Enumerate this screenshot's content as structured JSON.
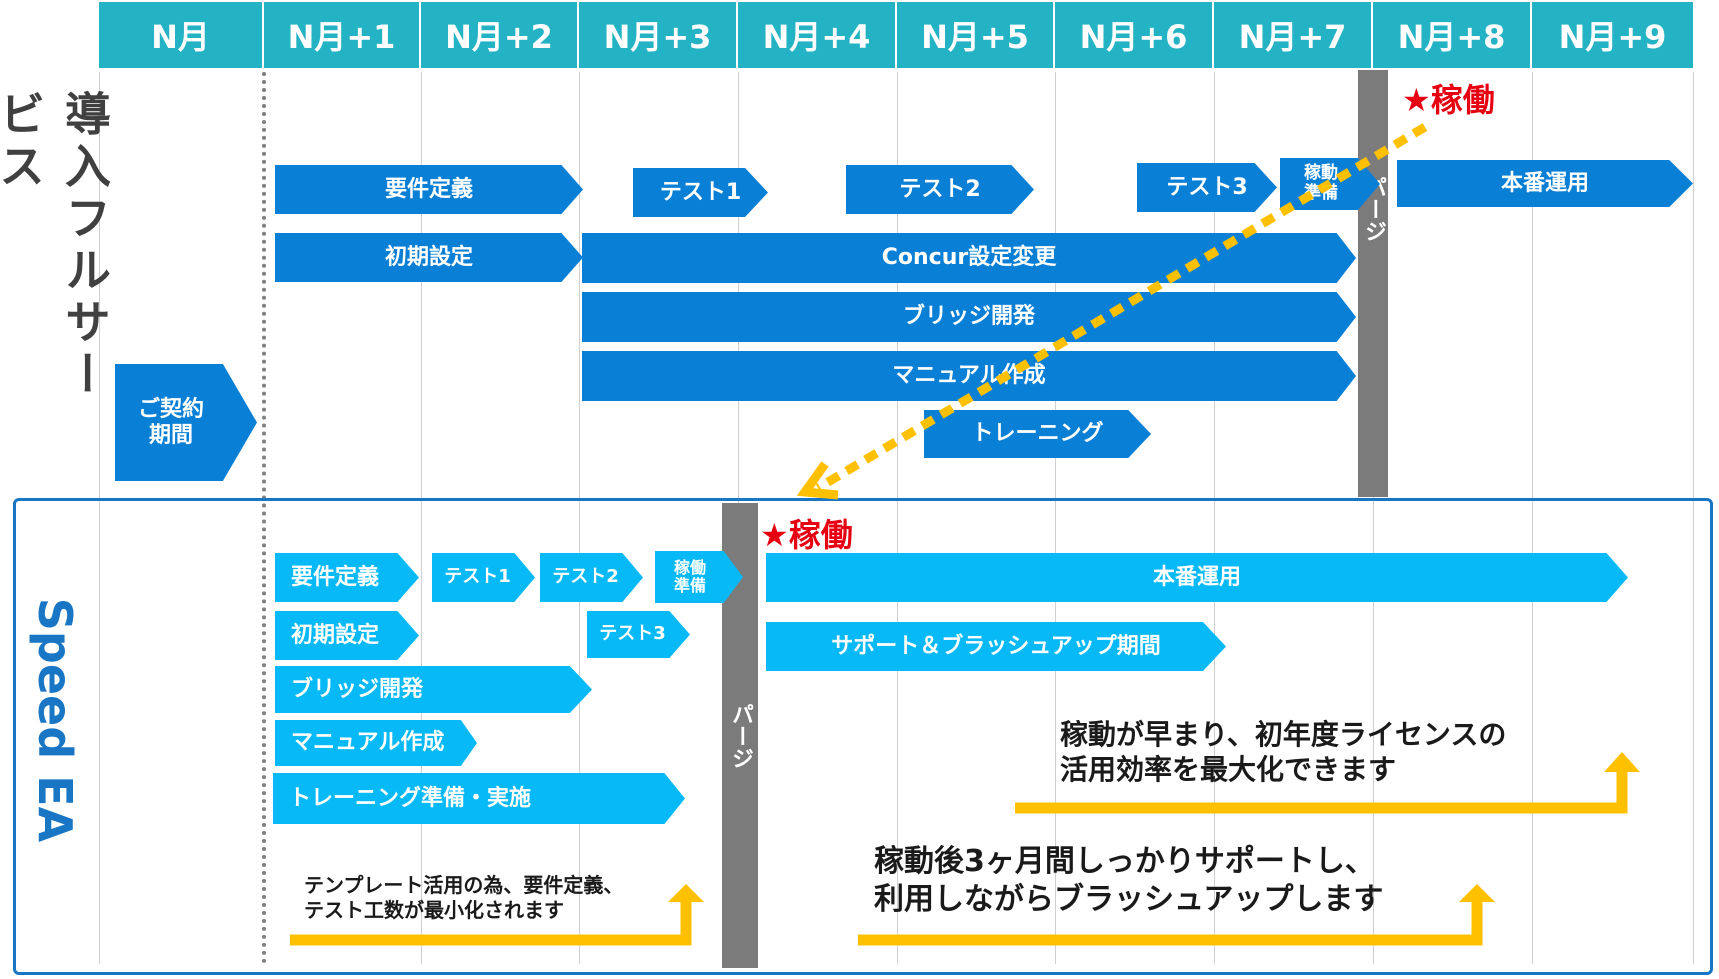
{
  "header": {
    "months": [
      "N月",
      "N月+1",
      "N月+2",
      "N月+3",
      "N月+4",
      "N月+5",
      "N月+6",
      "N月+7",
      "N月+8",
      "N月+9"
    ]
  },
  "full_service": {
    "title": "導入フルサービス",
    "contract": "ご契約\n期間",
    "tasks": {
      "requirements": "要件定義",
      "initial_setup": "初期設定",
      "test1": "テスト1",
      "test2": "テスト2",
      "test3": "テスト3",
      "go_live_prep": "稼動\n準備",
      "production": "本番運用",
      "concur_change": "Concur設定変更",
      "bridge_dev": "ブリッジ開発",
      "manual": "マニュアル作成",
      "training": "トレーニング"
    },
    "purge": "パージ",
    "go_live": "★稼働"
  },
  "speed_ea": {
    "title": "Speed EA",
    "tasks": {
      "requirements": "要件定義",
      "test1": "テスト1",
      "test2": "テスト2",
      "go_live_prep": "稼働\n準備",
      "production": "本番運用",
      "initial_setup": "初期設定",
      "test3": "テスト3",
      "support": "サポート＆ブラッシュアップ期間",
      "bridge_dev": "ブリッジ開発",
      "manual": "マニュアル作成",
      "training": "トレーニング準備・実施"
    },
    "purge": "パージ",
    "go_live": "★稼働",
    "notes": {
      "template": "テンプレート活用の為、要件定義、\nテスト工数が最小化されます",
      "support": "稼動後3ヶ月間しっかりサポートし、\n利用しながらブラッシュアップします",
      "license": "稼動が早まり、初年度ライセンスの\n活用効率を最大化できます"
    }
  },
  "colors": {
    "header": "#23b3c4",
    "full_bar": "#0a7fd6",
    "speed_bar": "#07b9f6",
    "purge": "#7b7b7b",
    "accent_arrow": "#ffc000",
    "go_live": "#e60012",
    "frame": "#1976c4",
    "speed_title": "#1976c4",
    "full_title": "#404040"
  }
}
